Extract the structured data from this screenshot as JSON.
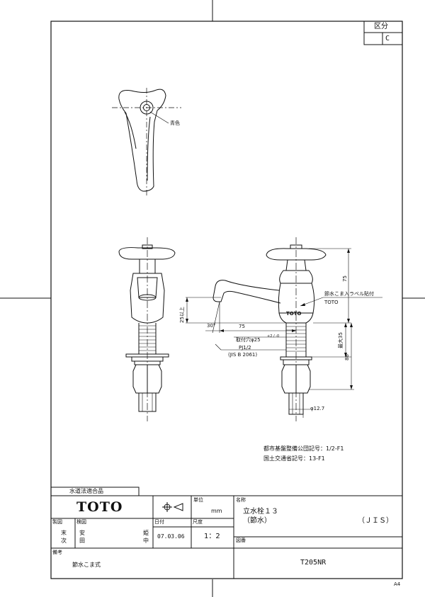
{
  "corner": {
    "header": "区分",
    "value": "C"
  },
  "callouts": {
    "top_view_color": "青色",
    "label_note": "節水こま入ラベル貼付",
    "brand_mark": "TOTO",
    "spout_clear": "25以上",
    "angle": "30°",
    "spout_len": "75",
    "mount_hole": "取付穴φ25",
    "mount_tol": "+2 / -0",
    "thread": "PJ1/2",
    "thread_std": "(JIS B 2061)",
    "height_top": "75",
    "max_depth": "最大35",
    "length_total": "88",
    "pipe_dia": "φ12.7"
  },
  "codes": {
    "line1": "都市基盤整備公団記号：1/2-F1",
    "line2": "国土交通省記号：13-F1"
  },
  "titleblock": {
    "cert": "水道法適合品",
    "brand": "TOTO",
    "unit_label": "単位",
    "unit_value": "mm",
    "name_label": "名称",
    "name_line1": "立水栓１３",
    "name_line2": "（節水）",
    "name_std": "（ＪＩＳ）",
    "made_label": "製図",
    "check_label": "検図",
    "date_label": "日付",
    "scale_label": "尺度",
    "drawing_label": "図番",
    "made_by_1": "末",
    "made_by_2": "次",
    "check_by_1": "安",
    "check_by_2": "田",
    "approve_1": "姫",
    "approve_2": "中",
    "date_value": "07.03.06",
    "scale_value": "1：2",
    "drawing_no": "T205NR",
    "notes_label": "備考",
    "notes_value": "節水こま式"
  },
  "sheet_size": "A4"
}
